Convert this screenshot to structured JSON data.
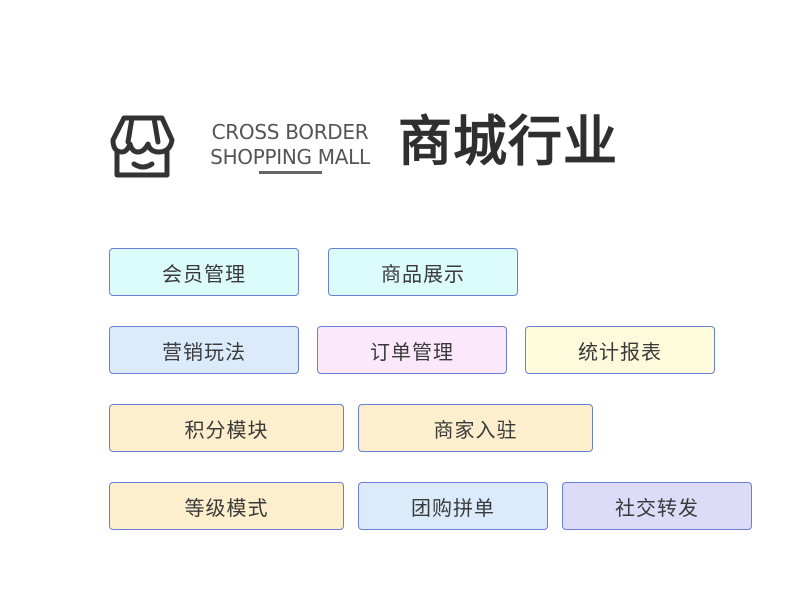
{
  "header": {
    "logo_icon": "storefront-icon",
    "en_line1": "CROSS BORDER",
    "en_line2": "SHOPPING MALL",
    "cn_title": "商城行业"
  },
  "tags": [
    {
      "label": "会员管理",
      "color": "#dcfbfb"
    },
    {
      "label": "商品展示",
      "color": "#dcfbfb"
    },
    {
      "label": "营销玩法",
      "color": "#dbebfb"
    },
    {
      "label": "订单管理",
      "color": "#fbe9fb"
    },
    {
      "label": "统计报表",
      "color": "#fefbdc"
    },
    {
      "label": "积分模块",
      "color": "#fdefcd"
    },
    {
      "label": "商家入驻",
      "color": "#fdefcd"
    },
    {
      "label": "等级模式",
      "color": "#fdefcd"
    },
    {
      "label": "团购拼单",
      "color": "#dbebfb"
    },
    {
      "label": "社交转发",
      "color": "#dcdcf9"
    }
  ],
  "colors": {
    "tag_border": "#6b7fd7",
    "title_text": "#2f2f2f"
  }
}
